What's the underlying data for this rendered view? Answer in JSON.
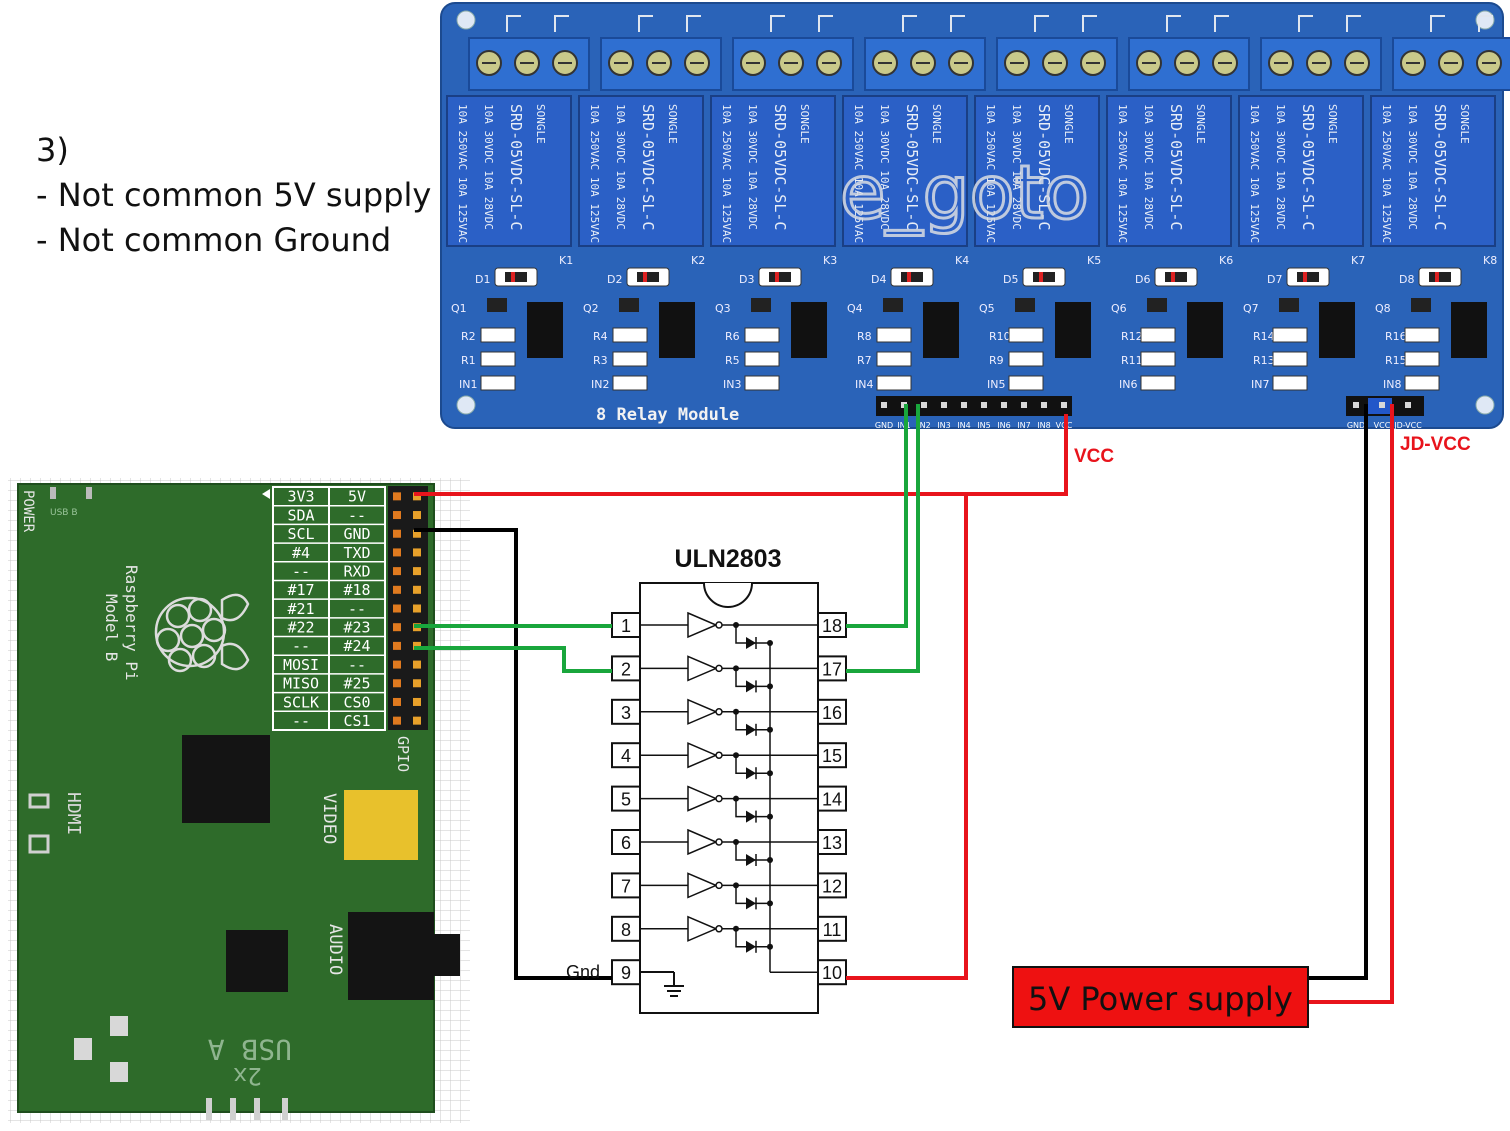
{
  "note": {
    "heading": "3)",
    "lines": [
      "- Not common 5V supply",
      "- Not common Ground"
    ]
  },
  "relay_module": {
    "label": "8 Relay Module",
    "watermark": "e_goto",
    "relay_text": [
      "10A 250VAC 10A 125VAC",
      "10A 30VDC 10A 28VDC",
      "SRD-05VDC-SL-C",
      "SONGLE"
    ],
    "relays": [
      "K1",
      "K2",
      "K3",
      "K4",
      "K5",
      "K6",
      "K7",
      "K8"
    ],
    "diodes": [
      "D1",
      "D2",
      "D3",
      "D4",
      "D5",
      "D6",
      "D7",
      "D8"
    ],
    "transistors": [
      "Q1",
      "Q2",
      "Q3",
      "Q4",
      "Q5",
      "Q6",
      "Q7",
      "Q8"
    ],
    "resistors": [
      "R1",
      "R2",
      "R3",
      "R4",
      "R5",
      "R6",
      "R7",
      "R8",
      "R9",
      "R10",
      "R11",
      "R12",
      "R13",
      "R14",
      "R15",
      "R16"
    ],
    "input_leds": [
      "IN1",
      "IN2",
      "IN3",
      "IN4",
      "IN5",
      "IN6",
      "IN7",
      "IN8"
    ],
    "header_pins": [
      "GND",
      "IN1",
      "IN2",
      "IN3",
      "IN4",
      "IN5",
      "IN6",
      "IN7",
      "IN8",
      "VCC"
    ],
    "power_pins": [
      "GND",
      "VCC",
      "JD-VCC"
    ]
  },
  "labels": {
    "vcc": "VCC",
    "jd_vcc": "JD-VCC",
    "gnd": "Gnd"
  },
  "pi": {
    "power": "POWER",
    "usb_b": "USB B",
    "name": "Raspberry Pi",
    "model": "Model B",
    "gpio": "GPIO",
    "hdmi": "HDMI",
    "video": "VIDEO",
    "audio": "AUDIO",
    "usb_a": "USB A",
    "usb_count": "2x",
    "pin_rows": [
      [
        "3V3",
        "5V"
      ],
      [
        "SDA",
        "--"
      ],
      [
        "SCL",
        "GND"
      ],
      [
        "#4",
        "TXD"
      ],
      [
        "--",
        "RXD"
      ],
      [
        "#17",
        "#18"
      ],
      [
        "#21",
        "--"
      ],
      [
        "#22",
        "#23"
      ],
      [
        "--",
        "#24"
      ],
      [
        "MOSI",
        "--"
      ],
      [
        "MISO",
        "#25"
      ],
      [
        "SCLK",
        "CS0"
      ],
      [
        "--",
        "CS1"
      ]
    ]
  },
  "chip": {
    "name": "ULN2803",
    "left_pins": [
      "1",
      "2",
      "3",
      "4",
      "5",
      "6",
      "7",
      "8",
      "9"
    ],
    "right_pins": [
      "18",
      "17",
      "16",
      "15",
      "14",
      "13",
      "12",
      "11",
      "10"
    ]
  },
  "power_supply": {
    "label": "5V Power supply"
  },
  "colors": {
    "board_blue": "#2a63b8",
    "pi_green": "#2e6b2a",
    "wire_red": "#e8141c",
    "wire_green": "#19a63c",
    "wire_black": "#000000",
    "supply_red": "#ee1111"
  }
}
